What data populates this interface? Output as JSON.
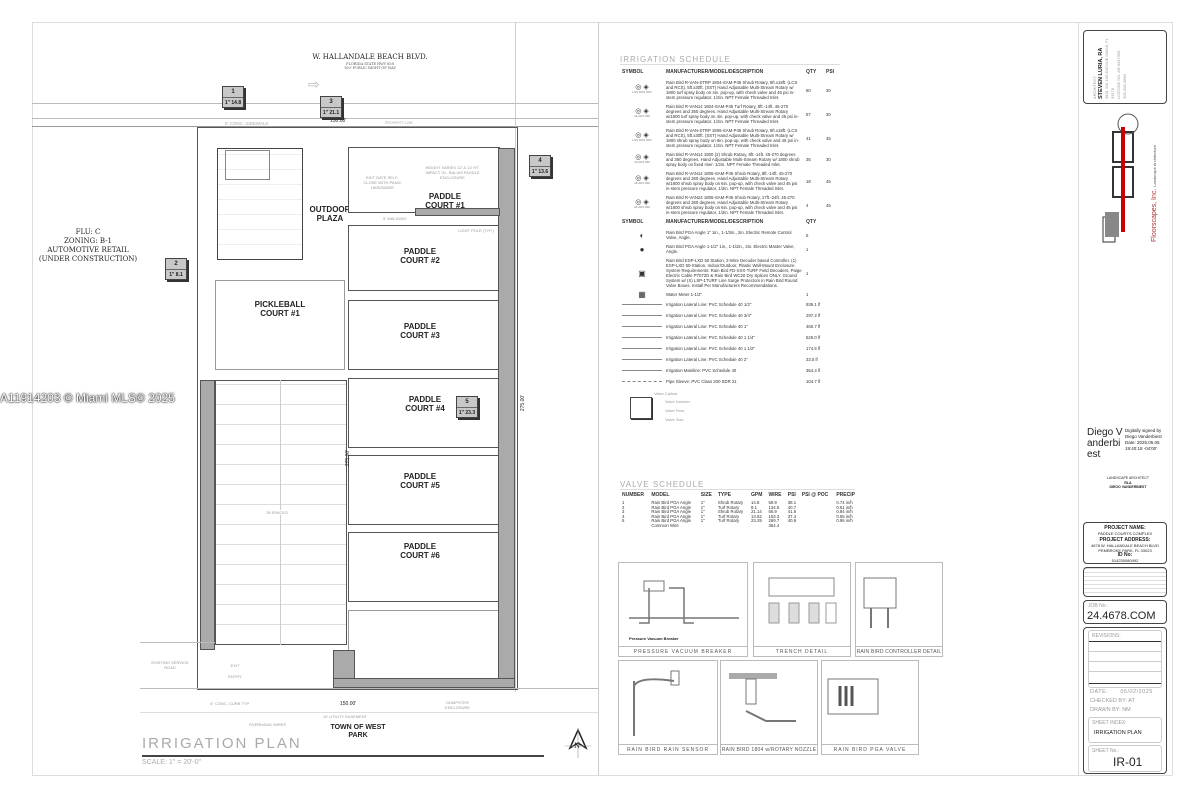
{
  "watermark": "A11914203 © Miami MLS© 2025",
  "plan": {
    "street_name": "W. HALLANDALE BEACH BLVD.",
    "street_sub1": "FLORIDA STATE HWY 858",
    "street_sub2": "100' PUBLIC RIGHT OF WAY",
    "sidewalk": "5' CONC. SIDEWALK",
    "property_line": "PROPERTY LINE",
    "dim_top": "150.00'",
    "dim_bottom": "150.00'",
    "dim_side_right": "275.00'",
    "dim_side_mid": "275.00'",
    "flu": [
      "FLU: C",
      "ZONING: B-1",
      "AUTOMOTIVE RETAIL",
      "(UNDER CONSTRUCTION)"
    ],
    "outdoor_plaza": "OUTDOOR PLAZA",
    "pickleball": "PICKLEBALL COURT #1",
    "courts": [
      "PADDLE COURT #1",
      "PADDLE COURT #2",
      "PADDLE COURT #3",
      "PADDLE COURT #4",
      "PADDLE COURT #5",
      "PADDLE COURT #6"
    ],
    "walkway": "5' WALKWAY",
    "exit_gate": "EXIT GATE SELF-CLOSE WITH PANIC HARDWARE",
    "height_note": "HEIGHT VARIES 12' & 13' HT. IMPACT GL. BALUM PADDLE ENCLOSURE",
    "light_pole": "LIGHT POLE (TYP.)",
    "spaces": "35 SPACES",
    "service_road": "EXISTING SERVICE ROAD",
    "exit": "EXIT",
    "entry": "ENTRY",
    "curb": "6\" CONC. CURB TYP.",
    "utility": "10' UTILITY EASEMENT",
    "overhang": "OVERHANG WIRES",
    "dumpster": "DUMPSTER ENCLOSURE",
    "town": "TOWN OF WEST PARK",
    "title": "IRRIGATION PLAN",
    "scale": "SCALE: 1\" = 20'-0\"",
    "north": "N",
    "valves": [
      {
        "num": "1",
        "size": "1\"",
        "gpm": "14.8"
      },
      {
        "num": "2",
        "size": "1\"",
        "gpm": "8.1"
      },
      {
        "num": "3",
        "size": "1\"",
        "gpm": "21.1"
      },
      {
        "num": "4",
        "size": "1\"",
        "gpm": "13.6"
      },
      {
        "num": "5",
        "size": "1\"",
        "gpm": "23.3"
      }
    ]
  },
  "irrigation_schedule": {
    "title": "IRRIGATION SCHEDULE",
    "headers": [
      "SYMBOL",
      "MANUFACTURER/MODEL/DESCRIPTION",
      "QTY",
      "PSI"
    ],
    "heads": [
      {
        "symbol": "LCS RCS SST",
        "desc": "Rain Bird R-VAN-STRP 1804-SAM-P45 Shrub Rotary, 5ft.x18ft. (LCS and RCS), 5ft.x30ft. (SST) Hand Adjustable Multi-Stream Rotary w/ 1800 turf spray body on 4in. pop-up, with check valve and 45 psi in-stem pressure regulator. 1/2in. NPT Female Threaded Inlet.",
        "qty": "60",
        "psi": "30"
      },
      {
        "symbol": "14-ADJ 360",
        "desc": "Rain Bird R-VAN14 1804-SAM-P45 Turf Rotary, 8ft.-14ft. 45-270 degrees and 360 degrees. Hand Adjustable Multi-Stream Rotary w/1800 turf spray body on 4in. pop-up, with check valve and 45 psi in-stem pressure regulator. 1/2in. NPT Female Threaded Inlet.",
        "qty": "57",
        "psi": "30"
      },
      {
        "symbol": "LCS RCS SST",
        "desc": "Rain Bird R-VAN-STRP 1806-SAM-P45 Shrub Rotary, 5ft.x18ft. (LCS and RCS), 5ft.x30ft. (SST) Hand Adjustable Multi-Stream Rotary w/ 1800 shrub spray body on 6in. pop-up, with check valve and 45 psi in-stem pressure regulator. 1/2in. NPT Female Threaded Inlet.",
        "qty": "41",
        "psi": "45"
      },
      {
        "symbol": "14-ADJ 360",
        "desc": "Rain Bird R-VAN14 1800 (2) Shrub Rotary, 8ft.-14ft. 45-270 degrees and 360 degrees. Hand Adjustable Multi-Stream Rotary w/ 1800 shrub spray body on fixed riser. 1/2in. NPT Female Threaded Inlet.",
        "qty": "35",
        "psi": "30"
      },
      {
        "symbol": "14-ADJ 360",
        "desc": "Rain Bird R-VAN14 1806-SAM-P45 Shrub Rotary, 8ft.-14ft. 45-270 degrees and 360 degrees. Hand Adjustable Multi-Stream Rotary w/1800 shrub spray body on 6in. pop-up, with check valve and 45 psi in-stem pressure regulator. 1/2in. NPT Female Threaded Inlet.",
        "qty": "18",
        "psi": "45"
      },
      {
        "symbol": "24-ADJ 360",
        "desc": "Rain Bird R-VAN24 1806-SAM-P45 Shrub Rotary, 17ft.-24ft. 45-270 degrees and 360 degrees. Hand Adjustable Multi-Stream Rotary w/1800 shrub spray body on 6in. pop-up, with check valve and 45 psi in-stem pressure regulator. 1/2in. NPT Female Threaded Inlet.",
        "qty": "4",
        "psi": "45"
      }
    ],
    "headers2": [
      "SYMBOL",
      "MANUFACTURER/MODEL/DESCRIPTION",
      "QTY"
    ],
    "equipment": [
      {
        "desc": "Rain Bird PGA Angle 1\" 1in., 1-1/2in., 2in. Electric Remote Control Valve, Angle.",
        "qty": "5"
      },
      {
        "desc": "Rain Bird PGA Angle 1-1/2\" 1in., 1-1/2in., 2in. Electric Master Valve, Angle.",
        "qty": "1"
      },
      {
        "desc": "Rain Bird ESP-LXD 50 Station, 2-Wire Decoder based Controller. (1) ESP-LXD 50-Station, Indoor/Outdoor, Plastic Wall-Mount Enclosure. System Requirements: Rain Bird FD-XXX-TURF Field Decoders, Paige Electric Cable P7072D & Rain Bird WC20 Dry Splices ONLY. Ground System w/ (X) LSP-1TURF Line Surge Protectors in Rain Bird Round Valve Boxes. Install Per Manufacturers Recommendations.",
        "qty": "1"
      },
      {
        "desc": "Water Meter 1-1/2\"",
        "qty": "1"
      }
    ],
    "pipes": [
      {
        "desc": "Irrigation Lateral Line: PVC Schedule 40 1/2\"",
        "qty": "939.1 lf"
      },
      {
        "desc": "Irrigation Lateral Line: PVC Schedule 40 3/4\"",
        "qty": "297.2 lf"
      },
      {
        "desc": "Irrigation Lateral Line: PVC Schedule 40 1\"",
        "qty": "460.7 lf"
      },
      {
        "desc": "Irrigation Lateral Line: PVC Schedule 40 1 1/4\"",
        "qty": "525.0 lf"
      },
      {
        "desc": "Irrigation Lateral Line: PVC Schedule 40 1 1/2\"",
        "qty": "174.5 lf"
      },
      {
        "desc": "Irrigation Lateral Line: PVC Schedule 40 2\"",
        "qty": "33.5 lf"
      },
      {
        "desc": "Irrigation Mainline: PVC Schedule 40",
        "qty": "354.4 lf"
      },
      {
        "desc": "Pipe Sleeve: PVC Class 200 SDR 21",
        "qty": "104.7 lf"
      }
    ],
    "valve_callout": {
      "title": "Valve Callout",
      "number": "Valve Number",
      "flow": "Valve Flow",
      "size": "Valve Size"
    }
  },
  "valve_schedule": {
    "title": "VALVE SCHEDULE",
    "headers": [
      "NUMBER",
      "MODEL",
      "SIZE",
      "TYPE",
      "GPM",
      "WIRE",
      "PSI",
      "PSI @ POC",
      "PRECIP"
    ],
    "rows": [
      [
        "1",
        "Rain Bird PGA Angle",
        "1\"",
        "Shrub Rotary",
        "14.8",
        "59.9",
        "38.1",
        "",
        "0.74 in/h"
      ],
      [
        "2",
        "Rain Bird PGA Angle",
        "1\"",
        "Turf Rotary",
        "8.1",
        "134.6",
        "40.7",
        "",
        "0.61 in/h"
      ],
      [
        "3",
        "Rain Bird PGA Angle",
        "1\"",
        "Shrub Rotary",
        "21.14",
        "56.9",
        "41.6",
        "",
        "0.84 in/h"
      ],
      [
        "4",
        "Rain Bird PGA Angle",
        "1\"",
        "Turf Rotary",
        "13.62",
        "153.3",
        "37.4",
        "",
        "0.65 in/h"
      ],
      [
        "5",
        "Rain Bird PGA Angle",
        "1\"",
        "Turf Rotary",
        "23.29",
        "269.7",
        "40.9",
        "",
        "0.96 in/h"
      ],
      [
        "",
        "Common Wire",
        "",
        "",
        "",
        "354.4",
        "",
        "",
        ""
      ]
    ]
  },
  "details": [
    "PRESSURE VACUUM BREAKER",
    "TRENCH DETAIL",
    "RAIN BIRD CONTROLLER DETAIL",
    "RAIN BIRD RAIN SENSOR",
    "RAIN BIRD 1804 w/ROTARY NOZZLE",
    "RAIN BIRD PGA VALVE"
  ],
  "detail_note": "Pressure Vacuum Breaker",
  "title_block": {
    "architect_label": "ARCHITECT:",
    "architect_name": "STEVEN LURIA, RA",
    "architect_addr": "3841 SW 100 AVENUE MIAMI, FL 33176",
    "architect_license": "LICENSE NO. AR 0017359",
    "architect_phone": "305-305-3860",
    "firm_name": "Floorscapes, Inc.",
    "firm_tag": "Landscape Architecture",
    "signer": "Diego Vanderbiest",
    "signature_note": "Digitally signed by Diego Vanderbiest Date: 2025.05.05 19:40:18 -04'00'",
    "la_label": "LANDSCAPE ARCHITECT",
    "la_title": "RLA",
    "la_name": "DIEGO VANDERBIEST",
    "project_name_label": "PROJECT NAME:",
    "project_name": "PADDLE COURTS COMPLEX",
    "project_address_label": "PROJECT ADDRESS:",
    "project_address_1": "4678 W. HALLANDALE BEACH BLVD",
    "project_address_2": "PEMBROKE PARK, FL 33023",
    "id_label": "ID No:",
    "id_value": "514230080492",
    "job_label": "JOB No.:",
    "job_value": "24.4678.COM",
    "revisions_label": "REVISIONS:",
    "date_label": "DATE:",
    "date_value": "05/02/2025",
    "checked_label": "CHECKED BY:",
    "checked_value": "AT",
    "drawn_label": "DRAWN BY:",
    "drawn_value": "NM",
    "sheet_index_label": "SHEET INDEX:",
    "sheet_index_value": "IRRIGATION PLAN",
    "sheet_no_label": "SHEET No.:",
    "sheet_no_value": "IR-01"
  }
}
